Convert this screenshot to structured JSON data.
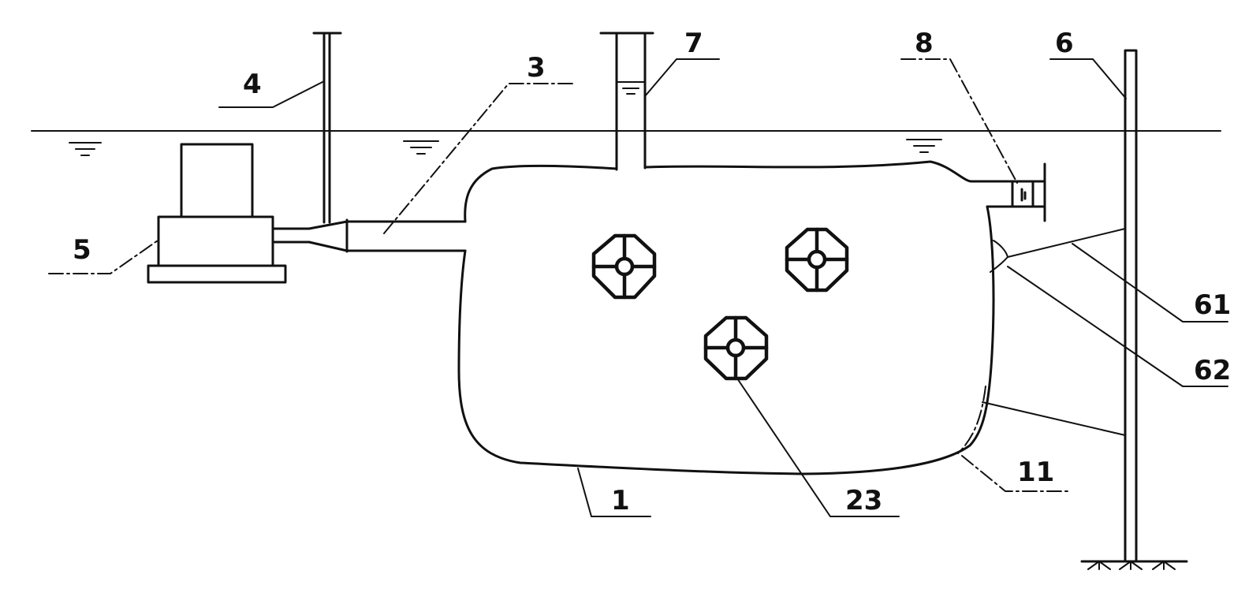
{
  "labels": {
    "l1": "1",
    "l3": "3",
    "l4": "4",
    "l5": "5",
    "l6": "6",
    "l7": "7",
    "l8": "8",
    "l11": "11",
    "l23": "23",
    "l61": "61",
    "l62": "62"
  },
  "colors": {
    "ink": "#111111",
    "background": "#ffffff"
  }
}
